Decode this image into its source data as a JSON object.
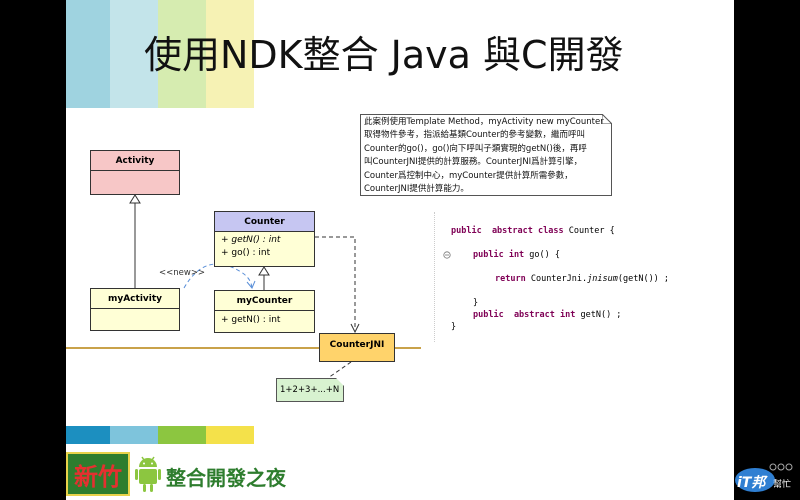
{
  "title": "使用NDK整合 Java 與C開發",
  "colors": {
    "stripe_top": [
      "#9fd3e0",
      "#c3e4ea",
      "#d6ecb0",
      "#f6f2b4"
    ],
    "stripe_bottom": [
      "#1c8fc0",
      "#7ec4dc",
      "#8cc640",
      "#f4e14a"
    ],
    "activity_fill": "#f7c7c7",
    "class_fill": "#ffffd6",
    "counter_header": "#c6c6f2",
    "counterjni_fill": "#ffd36b",
    "note_green": "#d8f2d0"
  },
  "diagram": {
    "activity": {
      "name": "Activity"
    },
    "myactivity": {
      "name": "myActivity"
    },
    "counter": {
      "name": "Counter",
      "methods": [
        "+ getN() : int",
        "+ go() : int"
      ]
    },
    "mycounter": {
      "name": "myCounter",
      "methods": [
        "+ getN() : int"
      ]
    },
    "counterjni": {
      "name": "CounterJNI"
    },
    "new_label": "<<new>>",
    "sum_note": "1+2+3+...+N"
  },
  "note_lines": [
    "此案例使用Template Method，myActivity new myCounter",
    "取得物件參考，指派給基類Counter的參考變數，繼而呼叫",
    "Counter的go()，go()向下呼叫子類實現的getN()後，再呼",
    "叫CounterJNI提供的計算服務。CounterJNI爲計算引擎，",
    "Counter爲控制中心，myCounter提供計算所需參數，",
    "CounterJNI提供計算能力。"
  ],
  "code": {
    "line1": {
      "kw": "public  abstract class",
      "rest": " Counter {"
    },
    "line2": {
      "kw": "public int",
      "rest": " go() {"
    },
    "line3": {
      "kw": "return",
      "pre": " CounterJni.",
      "italic": "jnisum",
      "post": "(getN()) ;"
    },
    "line4": "}",
    "line5": {
      "kw": "public  abstract int",
      "rest": " getN() ;"
    },
    "line6": "}"
  },
  "footer": {
    "badge_text": "新竹",
    "label": "整合開發之夜",
    "logo_main": "iT邦",
    "logo_sub": "幫忙"
  }
}
